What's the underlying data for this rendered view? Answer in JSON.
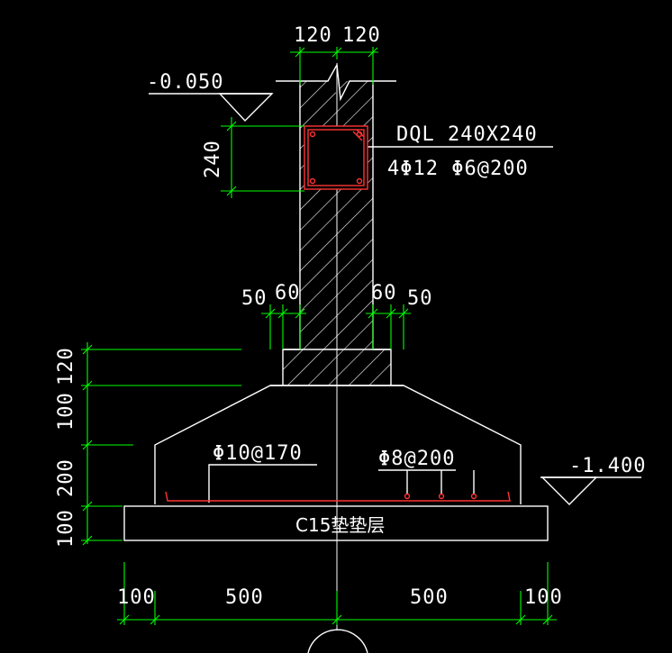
{
  "colors": {
    "background": "#000000",
    "outline": "#ffffff",
    "dimension": "#00ff00",
    "rebar": "#ff3333",
    "hatch": "#ffffff"
  },
  "elevations": {
    "top": "-0.050",
    "bottom": "-1.400"
  },
  "beam": {
    "name": "DQL 240X240",
    "rebar": "4Φ12  Φ6@200"
  },
  "rebar_labels": {
    "bottom_left": "Φ10@170",
    "bottom_right": "Φ8@200"
  },
  "bedding_label": "C15垫垫层",
  "dimensions": {
    "top_left": "120",
    "top_right": "120",
    "beam_height": "240",
    "step_left_outer": "50",
    "step_left_inner": "60",
    "step_right_inner": "60",
    "step_right_outer": "50",
    "v_120": "120",
    "v_100": "100",
    "v_200": "200",
    "v_100_bottom": "100",
    "bottom_left_100": "100",
    "bottom_left_500": "500",
    "bottom_right_500": "500",
    "bottom_right_100": "100"
  }
}
